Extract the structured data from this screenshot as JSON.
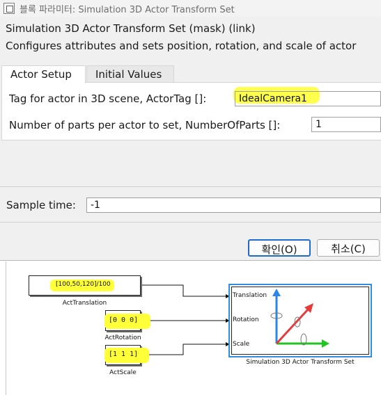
{
  "window": {
    "title": "블록 파라미터: Simulation 3D Actor Transform Set"
  },
  "block": {
    "heading": "Simulation 3D Actor Transform Set (mask) (link)",
    "description": "Configures attributes and sets position, rotation, and scale of actor"
  },
  "tabs": [
    {
      "label": "Actor Setup"
    },
    {
      "label": "Initial Values"
    }
  ],
  "params": {
    "actor_tag_label": "Tag for actor in 3D scene, ActorTag []:",
    "actor_tag_value": "IdealCamera1",
    "num_parts_label": "Number of parts per actor to set, NumberOfParts []:",
    "num_parts_value": "1",
    "sample_time_label": "Sample time:",
    "sample_time_value": "-1"
  },
  "buttons": {
    "ok": "확인(O)",
    "cancel": "취소(C)"
  },
  "colors": {
    "highlight": "#ffff3a",
    "ok_border": "#1f6ad2",
    "selected_block": "#2f8ee0",
    "axis_x": "#22c422",
    "axis_y": "#2b86e6",
    "axis_z": "#e83a3a"
  },
  "diagram": {
    "translation_block": {
      "value": "[100,50,120]/100",
      "label": "ActTranslation"
    },
    "rotation_block": {
      "value": "[0  0  0]",
      "label": "ActRotation"
    },
    "scale_block": {
      "value": "[1  1  1]",
      "label": "ActScale"
    },
    "transform_block": {
      "label": "Simulation 3D Actor Transform Set",
      "ports": [
        "Translation",
        "Rotation",
        "Scale"
      ]
    }
  }
}
